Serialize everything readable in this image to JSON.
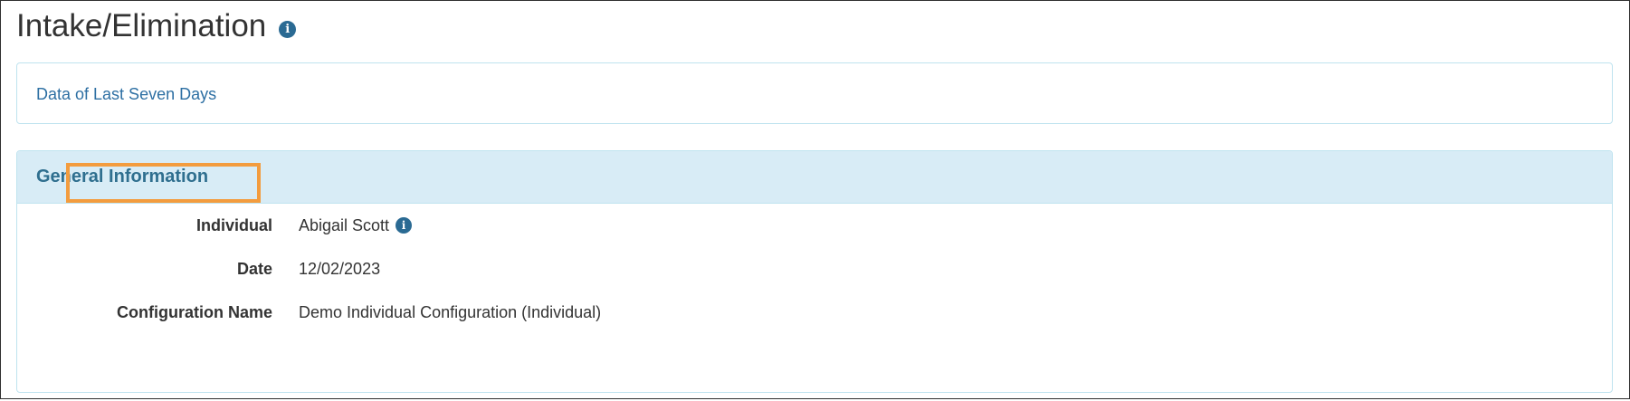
{
  "page": {
    "title": "Intake/Elimination",
    "title_info_icon": "info-circle-icon"
  },
  "summary_panel": {
    "link_label": "Data of Last Seven Days"
  },
  "general_info": {
    "heading": "General Information",
    "fields": [
      {
        "label": "Individual",
        "value": "Abigail Scott",
        "icon": "info-circle-icon"
      },
      {
        "label": "Date",
        "value": "12/02/2023"
      },
      {
        "label": "Configuration Name",
        "value": "Demo Individual Configuration (Individual)",
        "highlighted": true
      }
    ]
  },
  "colors": {
    "link": "#2d6fa3",
    "panel_heading_bg": "#d8ecf6",
    "panel_border": "#bfe3ef",
    "heading_text": "#2f6f8f",
    "icon": "#2a6a93",
    "highlight": "#f39c3e"
  }
}
